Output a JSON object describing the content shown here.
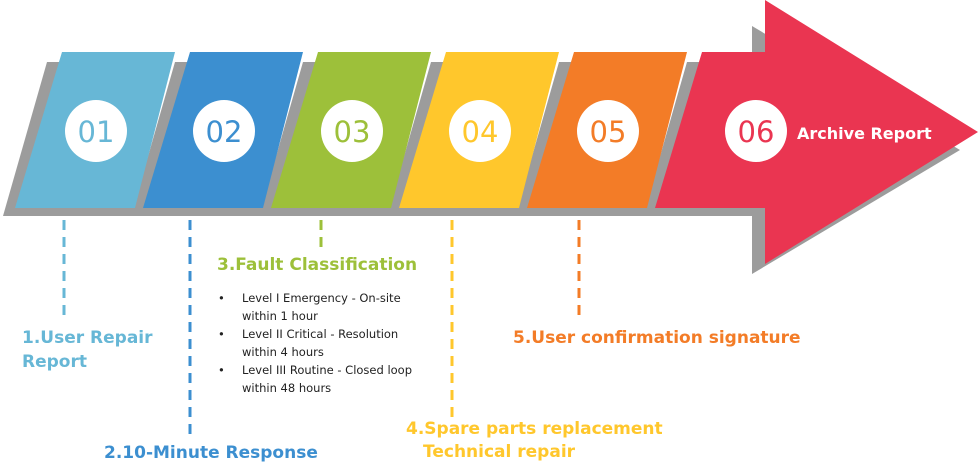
{
  "steps": [
    {
      "number": "01",
      "color": "#67b7d6"
    },
    {
      "number": "02",
      "color": "#3c8fd0"
    },
    {
      "number": "03",
      "color": "#9dc03a"
    },
    {
      "number": "04",
      "color": "#ffc72c"
    },
    {
      "number": "05",
      "color": "#f37c27"
    },
    {
      "number": "06",
      "color": "#ea3551"
    }
  ],
  "arrow_label": "Archive Report",
  "labels": {
    "s1": "1.User Repair Report",
    "s2": "2.10-Minute Response",
    "s3": "3.Fault Classification",
    "s3_bullets": [
      "Level I Emergency - On-site within 1 hour",
      "Level II Critical - Resolution within 4 hours",
      "Level III Routine - Closed loop within 48 hours"
    ],
    "s4_line1": "4.Spare parts replacement",
    "s4_line2": "Technical repair",
    "s5": "5.User confirmation signature"
  }
}
